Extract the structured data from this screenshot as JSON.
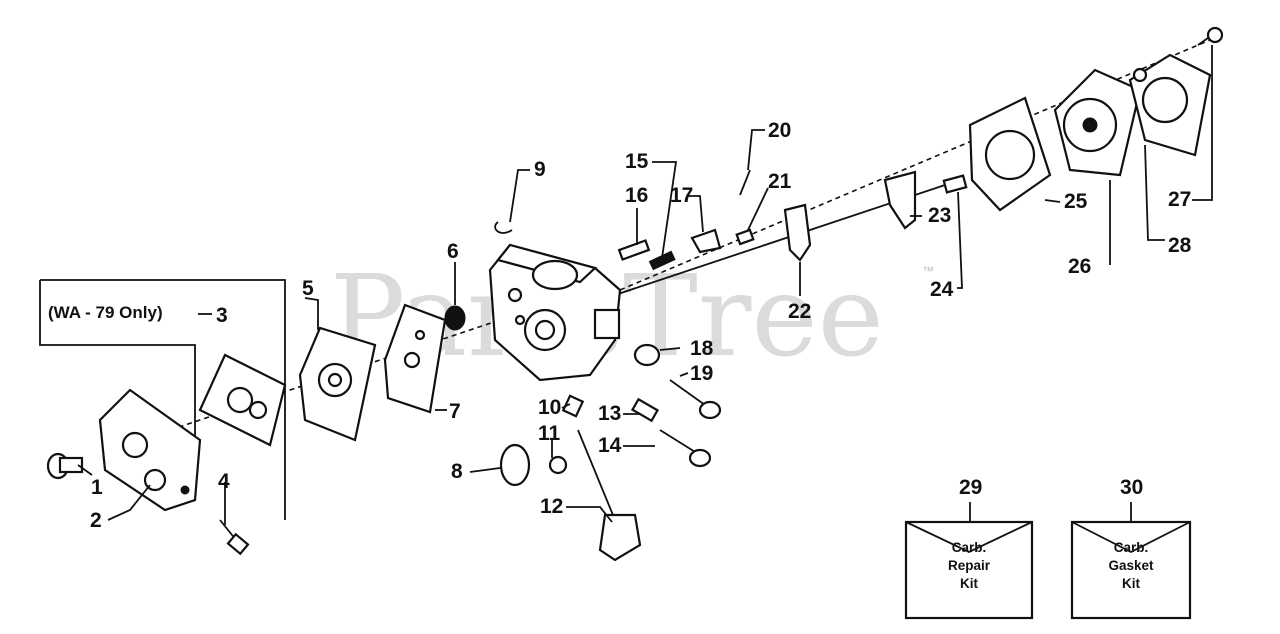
{
  "watermark": "PartsTree",
  "trademark": "™",
  "note": "(WA - 79 Only)",
  "callouts": [
    "1",
    "2",
    "3",
    "4",
    "5",
    "6",
    "7",
    "8",
    "9",
    "10",
    "11",
    "12",
    "13",
    "14",
    "15",
    "16",
    "17",
    "18",
    "19",
    "20",
    "21",
    "22",
    "23",
    "24",
    "25",
    "26",
    "27",
    "28",
    "29",
    "30"
  ],
  "kits": [
    {
      "number": "29",
      "lines": [
        "Carb.",
        "Repair",
        "Kit"
      ]
    },
    {
      "number": "30",
      "lines": [
        "Carb.",
        "Gasket",
        "Kit"
      ]
    }
  ]
}
